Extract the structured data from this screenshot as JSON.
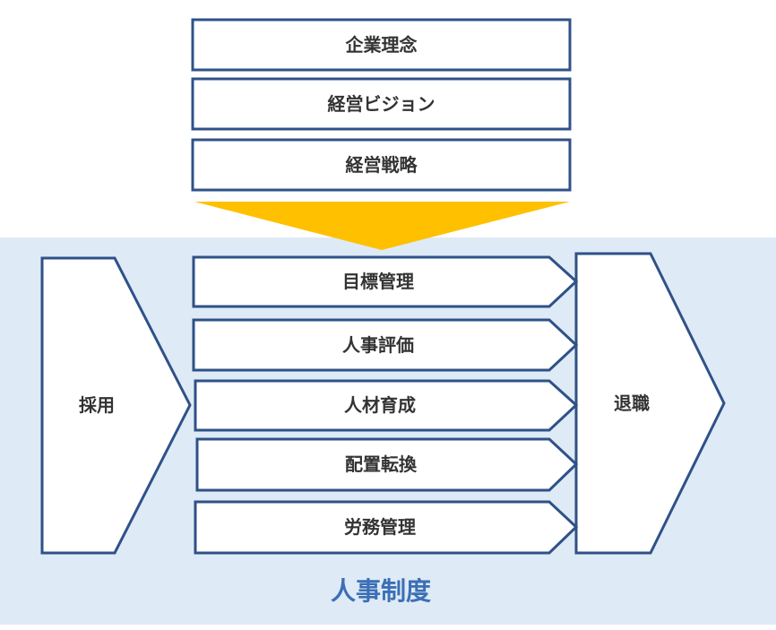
{
  "top_boxes": [
    "企業理念",
    "経営ビジョン",
    "経営戦略"
  ],
  "left_label": "採用",
  "right_label": "退職",
  "middle_items": [
    "目標管理",
    "人事評価",
    "人材育成",
    "配置転換",
    "労務管理"
  ],
  "panel_title": "人事制度",
  "colors": {
    "panel_bg": "#deeaf6",
    "border": "#2f5188",
    "arrow": "#ffc000",
    "title": "#3c6fb5"
  }
}
